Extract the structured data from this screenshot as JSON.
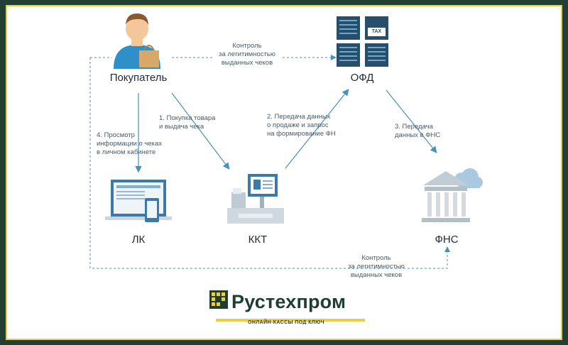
{
  "nodes": {
    "buyer": "Покупатель",
    "ofd": "ОФД",
    "lk": "ЛК",
    "kkt": "ККТ",
    "fns": "ФНС"
  },
  "edges": {
    "control_top": "Контроль\nза легитимностью\nвыданных чеков",
    "step1": "1. Покупка товара\nи выдача чека",
    "step2": "2. Передача данных\nо продаже и запрос\nна формирование ФН",
    "step3": "3. Передача\nданных в ФНС",
    "step4": "4. Просмотр\nинформации о чеках\nв личном кабинете",
    "control_bottom": "Контроль\nза легитимностью\nвыданных чеков"
  },
  "brand": {
    "name": "Рустехпром",
    "tagline": "ОНЛАЙН-КАССЫ ПОД КЛЮЧ"
  },
  "ofd_server_badge": "TAX",
  "colors": {
    "accent": "#e8cf47",
    "brand_dark": "#1e3e34",
    "arrow": "#4a90b8",
    "server": "#274f6b"
  }
}
